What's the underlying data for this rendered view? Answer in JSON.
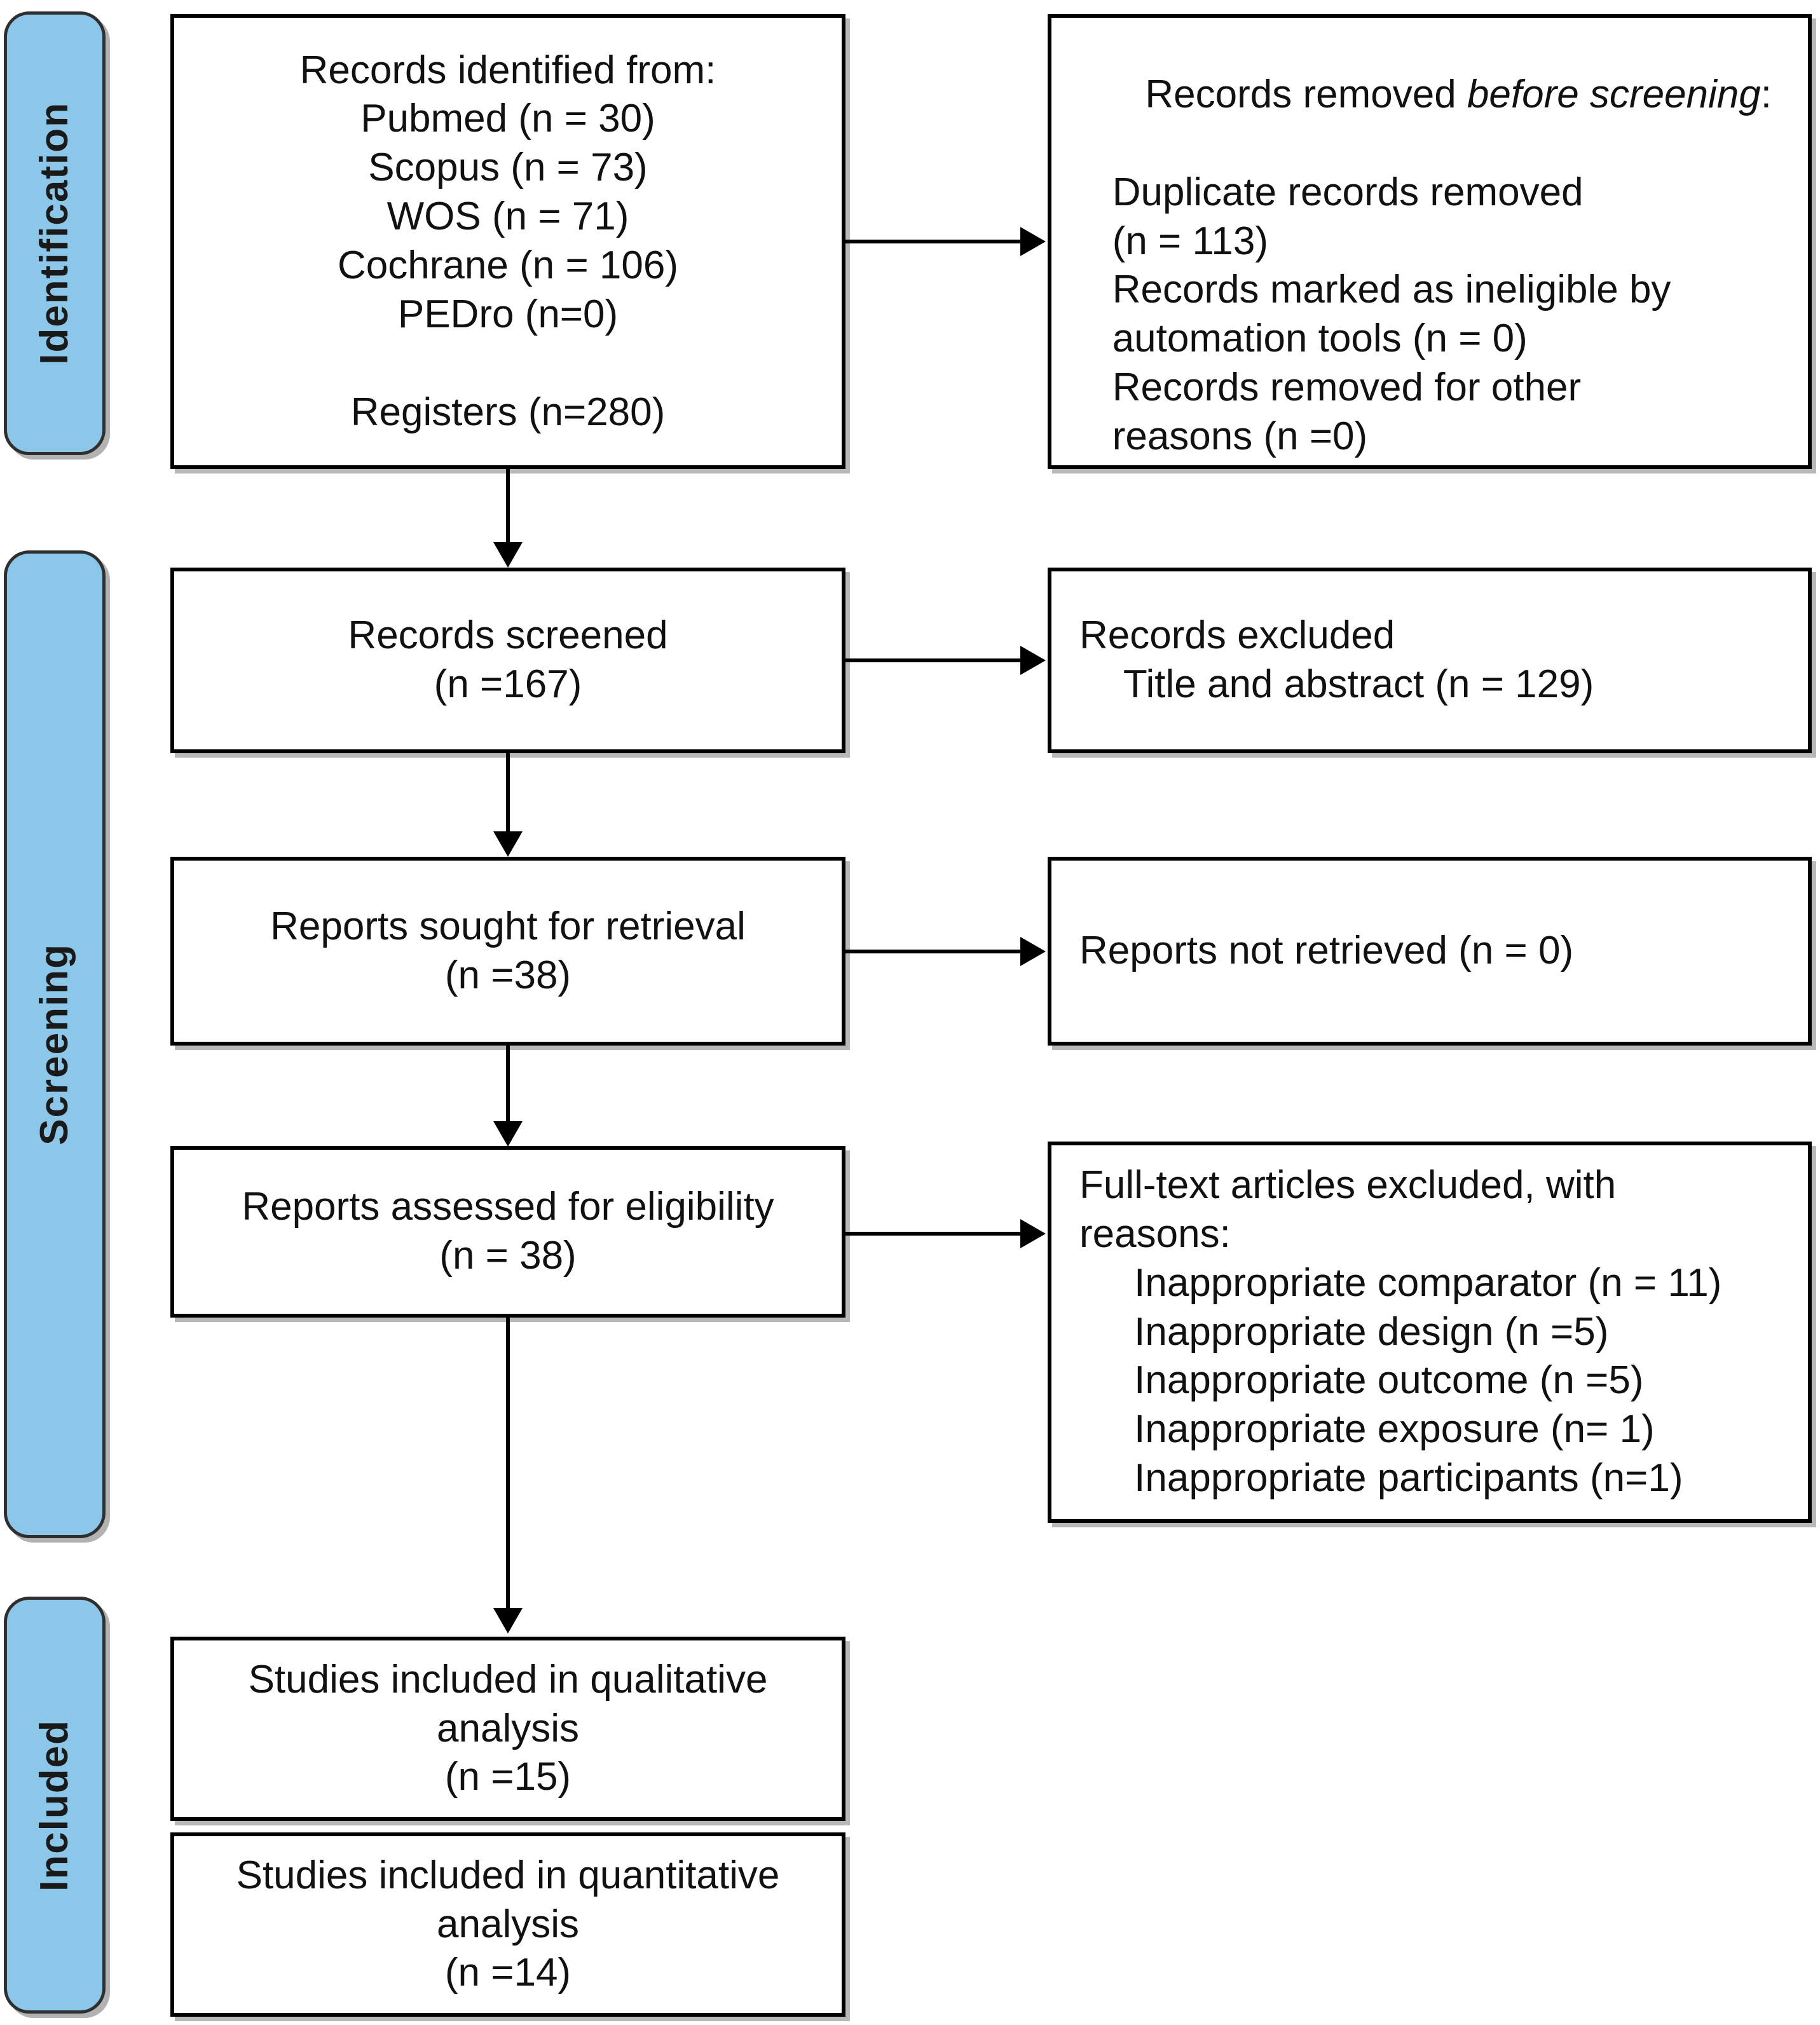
{
  "diagram": {
    "title": "PRISMA 2020 flow diagram",
    "accent_color": "#8CC6E8",
    "border_color": "#000000",
    "text_color": "#111111"
  },
  "stages": [
    {
      "id": "identification",
      "label": "Identification"
    },
    {
      "id": "screening",
      "label": "Screening"
    },
    {
      "id": "included",
      "label": "Included"
    }
  ],
  "boxes": {
    "records_identified": {
      "heading": "Records identified from:",
      "lines": [
        "Pubmed (n = 30)",
        "Scopus (n = 73)",
        "WOS (n = 71)",
        "Cochrane (n = 106)",
        "PEDro (n=0)"
      ],
      "registers": "Registers (n=280)",
      "text": "Records identified from:\nPubmed (n = 30)\nScopus (n = 73)\nWOS (n = 71)\nCochrane (n = 106)\nPEDro (n=0)\n\nRegisters (n=280)"
    },
    "records_removed": {
      "heading_plain": "Records removed ",
      "heading_italic": "before screening",
      "heading_colon": ":",
      "lines": [
        "   Duplicate records removed",
        "   (n = 113)",
        "   Records marked as ineligible by",
        "   automation tools (n = 0)",
        "   Records removed for other",
        "   reasons (n =0)"
      ],
      "body_text": "   Duplicate records removed\n   (n = 113)\n   Records marked as ineligible by\n   automation tools (n = 0)\n   Records removed for other\n   reasons (n =0)"
    },
    "records_screened": {
      "text": "Records screened\n(n =167)"
    },
    "records_excluded": {
      "text": "Records excluded\n    Title and abstract (n = 129)"
    },
    "reports_sought": {
      "text": "Reports sought for retrieval\n(n =38)"
    },
    "reports_not_retrieved": {
      "text": "Reports not retrieved (n = 0)"
    },
    "reports_assessed": {
      "text": "Reports assessed for eligibility\n(n = 38)"
    },
    "fulltext_excluded": {
      "heading": "Full-text articles excluded, with\nreasons:",
      "reasons": [
        "Inappropriate comparator (n = 11)",
        "Inappropriate design (n =5)",
        "Inappropriate outcome (n =5)",
        "Inappropriate exposure (n= 1)",
        "Inappropriate participants (n=1)"
      ],
      "text": "Full-text articles excluded, with\nreasons:\n     Inappropriate comparator (n = 11)\n     Inappropriate design (n =5)\n     Inappropriate outcome (n =5)\n     Inappropriate exposure (n= 1)\n     Inappropriate participants (n=1)"
    },
    "studies_qualitative": {
      "text": "Studies included in qualitative\nanalysis\n(n =15)"
    },
    "studies_quantitative": {
      "text": "Studies included in quantitative\nanalysis\n(n =14)"
    }
  },
  "chart_data": {
    "type": "diagram",
    "title": "PRISMA flow of study selection",
    "nodes": [
      {
        "id": "records_identified",
        "stage": "Identification",
        "label": "Records identified from",
        "counts": {
          "Pubmed": 30,
          "Scopus": 73,
          "WOS": 71,
          "Cochrane": 106,
          "PEDro": 0,
          "Registers": 280
        }
      },
      {
        "id": "records_removed",
        "stage": "Identification",
        "label": "Records removed before screening",
        "counts": {
          "Duplicate records removed": 113,
          "Records marked as ineligible by automation tools": 0,
          "Records removed for other reasons": 0
        }
      },
      {
        "id": "records_screened",
        "stage": "Screening",
        "label": "Records screened",
        "n": 167
      },
      {
        "id": "records_excluded",
        "stage": "Screening",
        "label": "Records excluded - Title and abstract",
        "n": 129
      },
      {
        "id": "reports_sought",
        "stage": "Screening",
        "label": "Reports sought for retrieval",
        "n": 38
      },
      {
        "id": "reports_not_retrieved",
        "stage": "Screening",
        "label": "Reports not retrieved",
        "n": 0
      },
      {
        "id": "reports_assessed",
        "stage": "Screening",
        "label": "Reports assessed for eligibility",
        "n": 38
      },
      {
        "id": "fulltext_excluded",
        "stage": "Screening",
        "label": "Full-text articles excluded, with reasons",
        "counts": {
          "Inappropriate comparator": 11,
          "Inappropriate design": 5,
          "Inappropriate outcome": 5,
          "Inappropriate exposure": 1,
          "Inappropriate participants": 1
        }
      },
      {
        "id": "studies_qualitative",
        "stage": "Included",
        "label": "Studies included in qualitative analysis",
        "n": 15
      },
      {
        "id": "studies_quantitative",
        "stage": "Included",
        "label": "Studies included in quantitative analysis",
        "n": 14
      }
    ],
    "edges": [
      {
        "from": "records_identified",
        "to": "records_removed",
        "direction": "right"
      },
      {
        "from": "records_identified",
        "to": "records_screened",
        "direction": "down"
      },
      {
        "from": "records_screened",
        "to": "records_excluded",
        "direction": "right"
      },
      {
        "from": "records_screened",
        "to": "reports_sought",
        "direction": "down"
      },
      {
        "from": "reports_sought",
        "to": "reports_not_retrieved",
        "direction": "right"
      },
      {
        "from": "reports_sought",
        "to": "reports_assessed",
        "direction": "down"
      },
      {
        "from": "reports_assessed",
        "to": "fulltext_excluded",
        "direction": "right"
      },
      {
        "from": "reports_assessed",
        "to": "studies_qualitative",
        "direction": "down"
      }
    ]
  }
}
